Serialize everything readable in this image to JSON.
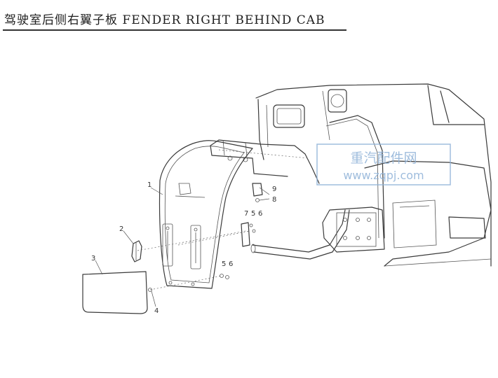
{
  "title": "驾驶室后侧右翼子板 FENDER RIGHT BEHIND CAB",
  "watermark": {
    "line1": "重汽配件网",
    "line2": "www.zqpj.com",
    "color": "#8fb2d8"
  },
  "callouts": {
    "c1": "1",
    "c2": "2",
    "c3": "3",
    "c4": "4",
    "c5a": "5",
    "c6a": "6",
    "c7": "7",
    "c5b": "5",
    "c6b": "6",
    "c8": "8",
    "c9": "9"
  }
}
